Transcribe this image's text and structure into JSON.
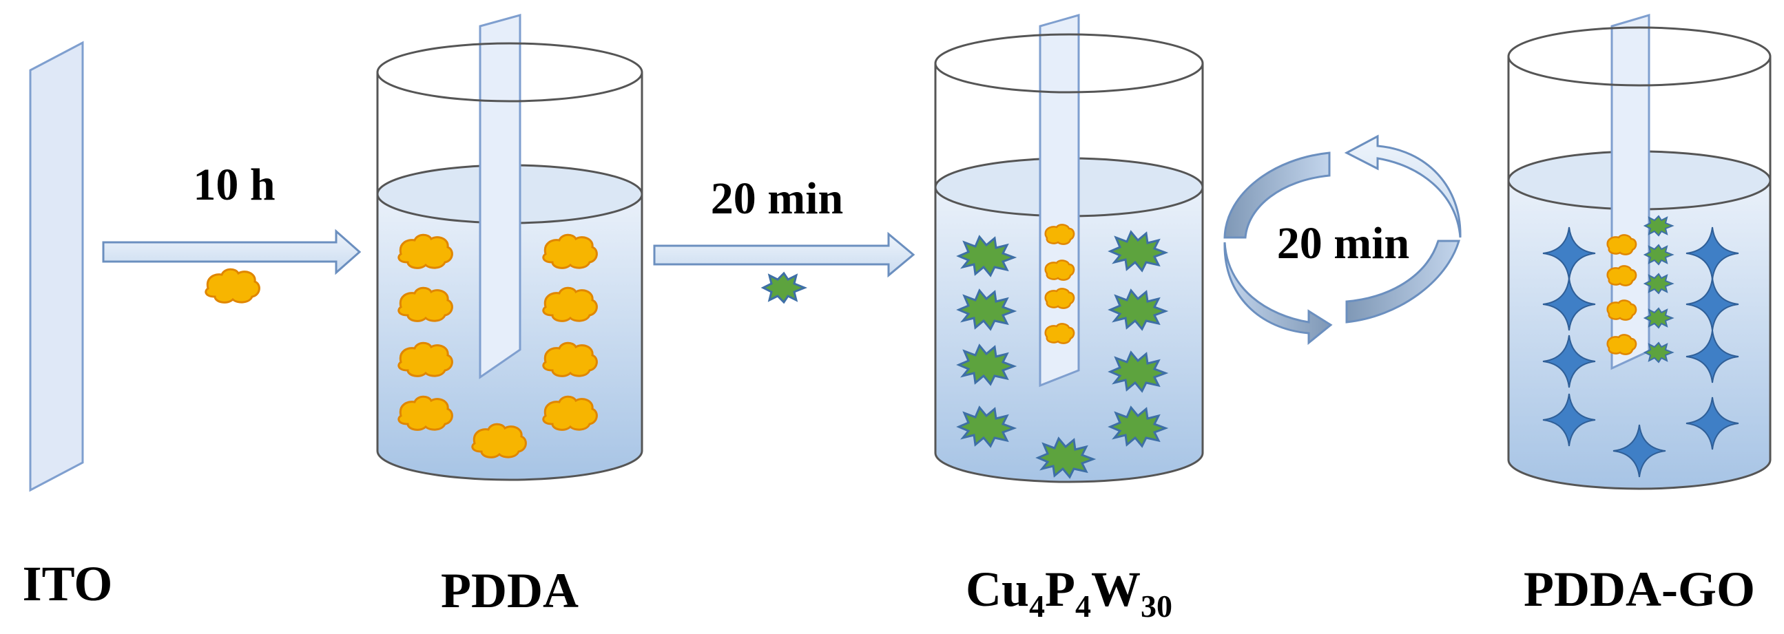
{
  "stages": [
    {
      "label": "ITO"
    },
    {
      "label": "PDDA"
    },
    {
      "label_main": "Cu",
      "sub1": "4",
      "mid": "P",
      "sub2": "4",
      "end": "W",
      "sub3": "30"
    },
    {
      "label": "PDDA-GO"
    }
  ],
  "steps": [
    {
      "label": "10 h"
    },
    {
      "label": "20 min"
    },
    {
      "label": "20 min"
    }
  ],
  "colors": {
    "pdda_blob": "#f5b800",
    "pdda_blob_edge": "#e08a00",
    "polyoxometalate": "#5aa03c",
    "polyoxometalate_edge": "#3d6fa6",
    "graphene_oxide_star": "#3f7fc6",
    "solution_top": "#e6eef8",
    "solution_bottom": "#a9c6e6",
    "electrode": "#dce6f6",
    "arrow_fill": "#dbe7f6",
    "arrow_edge": "#6b8fbf"
  }
}
